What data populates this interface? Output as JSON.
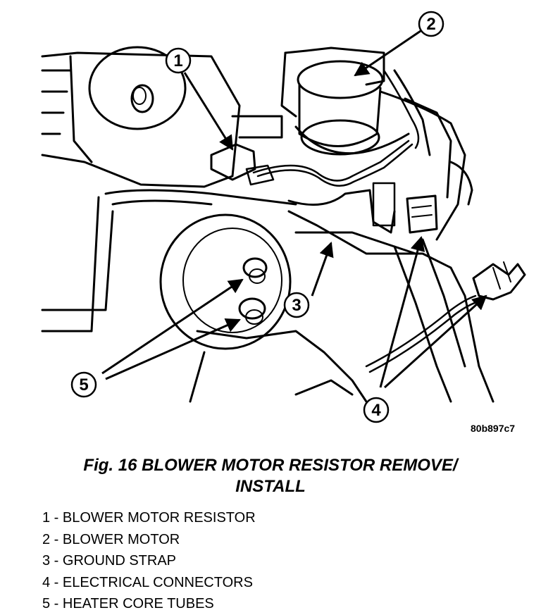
{
  "figure": {
    "id_code": "80b897c7",
    "callouts": [
      "1",
      "2",
      "3",
      "4",
      "5"
    ]
  },
  "caption": {
    "line1": "Fig. 16 BLOWER MOTOR RESISTOR REMOVE/",
    "line2": "INSTALL"
  },
  "legend": [
    "1 - BLOWER MOTOR RESISTOR",
    "2 - BLOWER MOTOR",
    "3 - GROUND STRAP",
    "4 - ELECTRICAL CONNECTORS",
    "5 - HEATER CORE TUBES"
  ]
}
